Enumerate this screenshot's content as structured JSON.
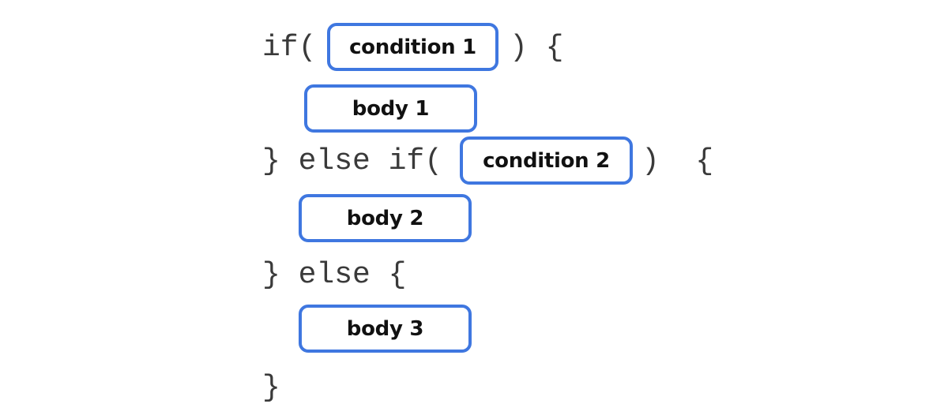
{
  "code": {
    "line1_open": "if(",
    "line1_close": ") {",
    "line3_open": "} else if(",
    "line3_close": ")  {",
    "line5": "} else {",
    "line7": "}"
  },
  "slots": {
    "condition_1": "condition 1",
    "body_1": "body 1",
    "condition_2": "condition 2",
    "body_2": "body 2",
    "body_3": "body 3"
  },
  "colors": {
    "box_border": "#3f77e0",
    "code_text": "#3a3a3a",
    "box_text": "#111111"
  }
}
